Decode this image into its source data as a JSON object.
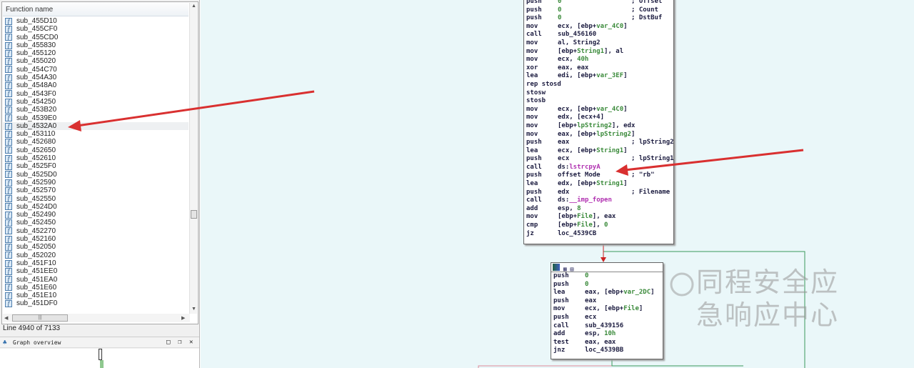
{
  "function_list": {
    "header": "Function name",
    "selected_index": 13,
    "items": [
      "sub_455D10",
      "sub_455CF0",
      "sub_455CD0",
      "sub_455830",
      "sub_455120",
      "sub_455020",
      "sub_454C70",
      "sub_454A30",
      "sub_4548A0",
      "sub_4543F0",
      "sub_454250",
      "sub_453B20",
      "sub_4539E0",
      "sub_4532A0",
      "sub_453110",
      "sub_452680",
      "sub_452650",
      "sub_452610",
      "sub_4525F0",
      "sub_4525D0",
      "sub_452590",
      "sub_452570",
      "sub_452550",
      "sub_4524D0",
      "sub_452490",
      "sub_452450",
      "sub_452270",
      "sub_452160",
      "sub_452050",
      "sub_452020",
      "sub_451F10",
      "sub_451EE0",
      "sub_451EA0",
      "sub_451E60",
      "sub_451E10",
      "sub_451DF0"
    ],
    "icon": "function-icon"
  },
  "status": "Line 4940 of 7133",
  "graph_overview": {
    "title": "Graph overview"
  },
  "block1": [
    {
      "op": "push",
      "args": [
        [
          "0",
          "g"
        ]
      ],
      "cm": "; Offset"
    },
    {
      "op": "push",
      "args": [
        [
          "0",
          "g"
        ]
      ],
      "cm": "; Count"
    },
    {
      "op": "push",
      "args": [
        [
          "0",
          "g"
        ]
      ],
      "cm": "; DstBuf"
    },
    {
      "op": "mov",
      "args": [
        [
          "ecx, [ebp+",
          "n"
        ],
        [
          "var_4C0",
          "g"
        ],
        [
          "]",
          "n"
        ]
      ]
    },
    {
      "op": "call",
      "args": [
        [
          "sub_456160",
          "n"
        ]
      ]
    },
    {
      "op": "mov",
      "args": [
        [
          "al, String2",
          "n"
        ]
      ]
    },
    {
      "op": "mov",
      "args": [
        [
          "[ebp+",
          "n"
        ],
        [
          "String1",
          "g"
        ],
        [
          "], al",
          "n"
        ]
      ]
    },
    {
      "op": "mov",
      "args": [
        [
          "ecx, ",
          "n"
        ],
        [
          "40h",
          "g"
        ]
      ]
    },
    {
      "op": "xor",
      "args": [
        [
          "eax, eax",
          "n"
        ]
      ]
    },
    {
      "op": "lea",
      "args": [
        [
          "edi, [ebp+",
          "n"
        ],
        [
          "var_3EF",
          "g"
        ],
        [
          "]",
          "n"
        ]
      ]
    },
    {
      "op": "rep stosd",
      "args": []
    },
    {
      "op": "stosw",
      "args": []
    },
    {
      "op": "stosb",
      "args": []
    },
    {
      "op": "mov",
      "args": [
        [
          "ecx, [ebp+",
          "n"
        ],
        [
          "var_4C0",
          "g"
        ],
        [
          "]",
          "n"
        ]
      ]
    },
    {
      "op": "mov",
      "args": [
        [
          "edx, [ecx+4]",
          "n"
        ]
      ]
    },
    {
      "op": "mov",
      "args": [
        [
          "[ebp+",
          "n"
        ],
        [
          "lpString2",
          "g"
        ],
        [
          "], edx",
          "n"
        ]
      ]
    },
    {
      "op": "mov",
      "args": [
        [
          "eax, [ebp+",
          "n"
        ],
        [
          "lpString2",
          "g"
        ],
        [
          "]",
          "n"
        ]
      ]
    },
    {
      "op": "push",
      "args": [
        [
          "eax",
          "n"
        ]
      ],
      "cm": "; lpString2"
    },
    {
      "op": "lea",
      "args": [
        [
          "ecx, [ebp+",
          "n"
        ],
        [
          "String1",
          "g"
        ],
        [
          "]",
          "n"
        ]
      ]
    },
    {
      "op": "push",
      "args": [
        [
          "ecx",
          "n"
        ]
      ],
      "cm": "; lpString1"
    },
    {
      "op": "call",
      "args": [
        [
          "ds:",
          "n"
        ],
        [
          "lstrcpyA",
          "p"
        ]
      ]
    },
    {
      "op": "push",
      "args": [
        [
          "offset Mode",
          "n"
        ]
      ],
      "cm": "; \"rb\""
    },
    {
      "op": "lea",
      "args": [
        [
          "edx, [ebp+",
          "n"
        ],
        [
          "String1",
          "g"
        ],
        [
          "]",
          "n"
        ]
      ]
    },
    {
      "op": "push",
      "args": [
        [
          "edx",
          "n"
        ]
      ],
      "cm": "; Filename"
    },
    {
      "op": "call",
      "args": [
        [
          "ds:",
          "n"
        ],
        [
          "__imp_fopen",
          "p"
        ]
      ]
    },
    {
      "op": "add",
      "args": [
        [
          "esp, ",
          "n"
        ],
        [
          "8",
          "g"
        ]
      ]
    },
    {
      "op": "mov",
      "args": [
        [
          "[ebp+",
          "n"
        ],
        [
          "File",
          "g"
        ],
        [
          "], eax",
          "n"
        ]
      ]
    },
    {
      "op": "cmp",
      "args": [
        [
          "[ebp+",
          "n"
        ],
        [
          "File",
          "g"
        ],
        [
          "], ",
          "n"
        ],
        [
          "0",
          "g"
        ]
      ]
    },
    {
      "op": "jz",
      "args": [
        [
          "loc_4539CB",
          "n"
        ]
      ]
    }
  ],
  "block2": [
    {
      "op": "push",
      "args": [
        [
          "0",
          "g"
        ]
      ]
    },
    {
      "op": "push",
      "args": [
        [
          "0",
          "g"
        ]
      ]
    },
    {
      "op": "lea",
      "args": [
        [
          "eax, [ebp+",
          "n"
        ],
        [
          "var_2DC",
          "g"
        ],
        [
          "]",
          "n"
        ]
      ]
    },
    {
      "op": "push",
      "args": [
        [
          "eax",
          "n"
        ]
      ]
    },
    {
      "op": "mov",
      "args": [
        [
          "ecx, [ebp+",
          "n"
        ],
        [
          "File",
          "g"
        ],
        [
          "]",
          "n"
        ]
      ]
    },
    {
      "op": "push",
      "args": [
        [
          "ecx",
          "n"
        ]
      ]
    },
    {
      "op": "call",
      "args": [
        [
          "sub_439156",
          "n"
        ]
      ]
    },
    {
      "op": "add",
      "args": [
        [
          "esp, ",
          "n"
        ],
        [
          "10h",
          "g"
        ]
      ]
    },
    {
      "op": "test",
      "args": [
        [
          "eax, eax",
          "n"
        ]
      ]
    },
    {
      "op": "jnz",
      "args": [
        [
          "loc_4539BB",
          "n"
        ]
      ]
    }
  ],
  "watermark": "同程安全应急响应中心",
  "colors": {
    "graph_bg": "#eaf7f9",
    "arrow": "#d93030",
    "edge_green": "#3a9a5a",
    "edge_red": "#cc2222"
  }
}
